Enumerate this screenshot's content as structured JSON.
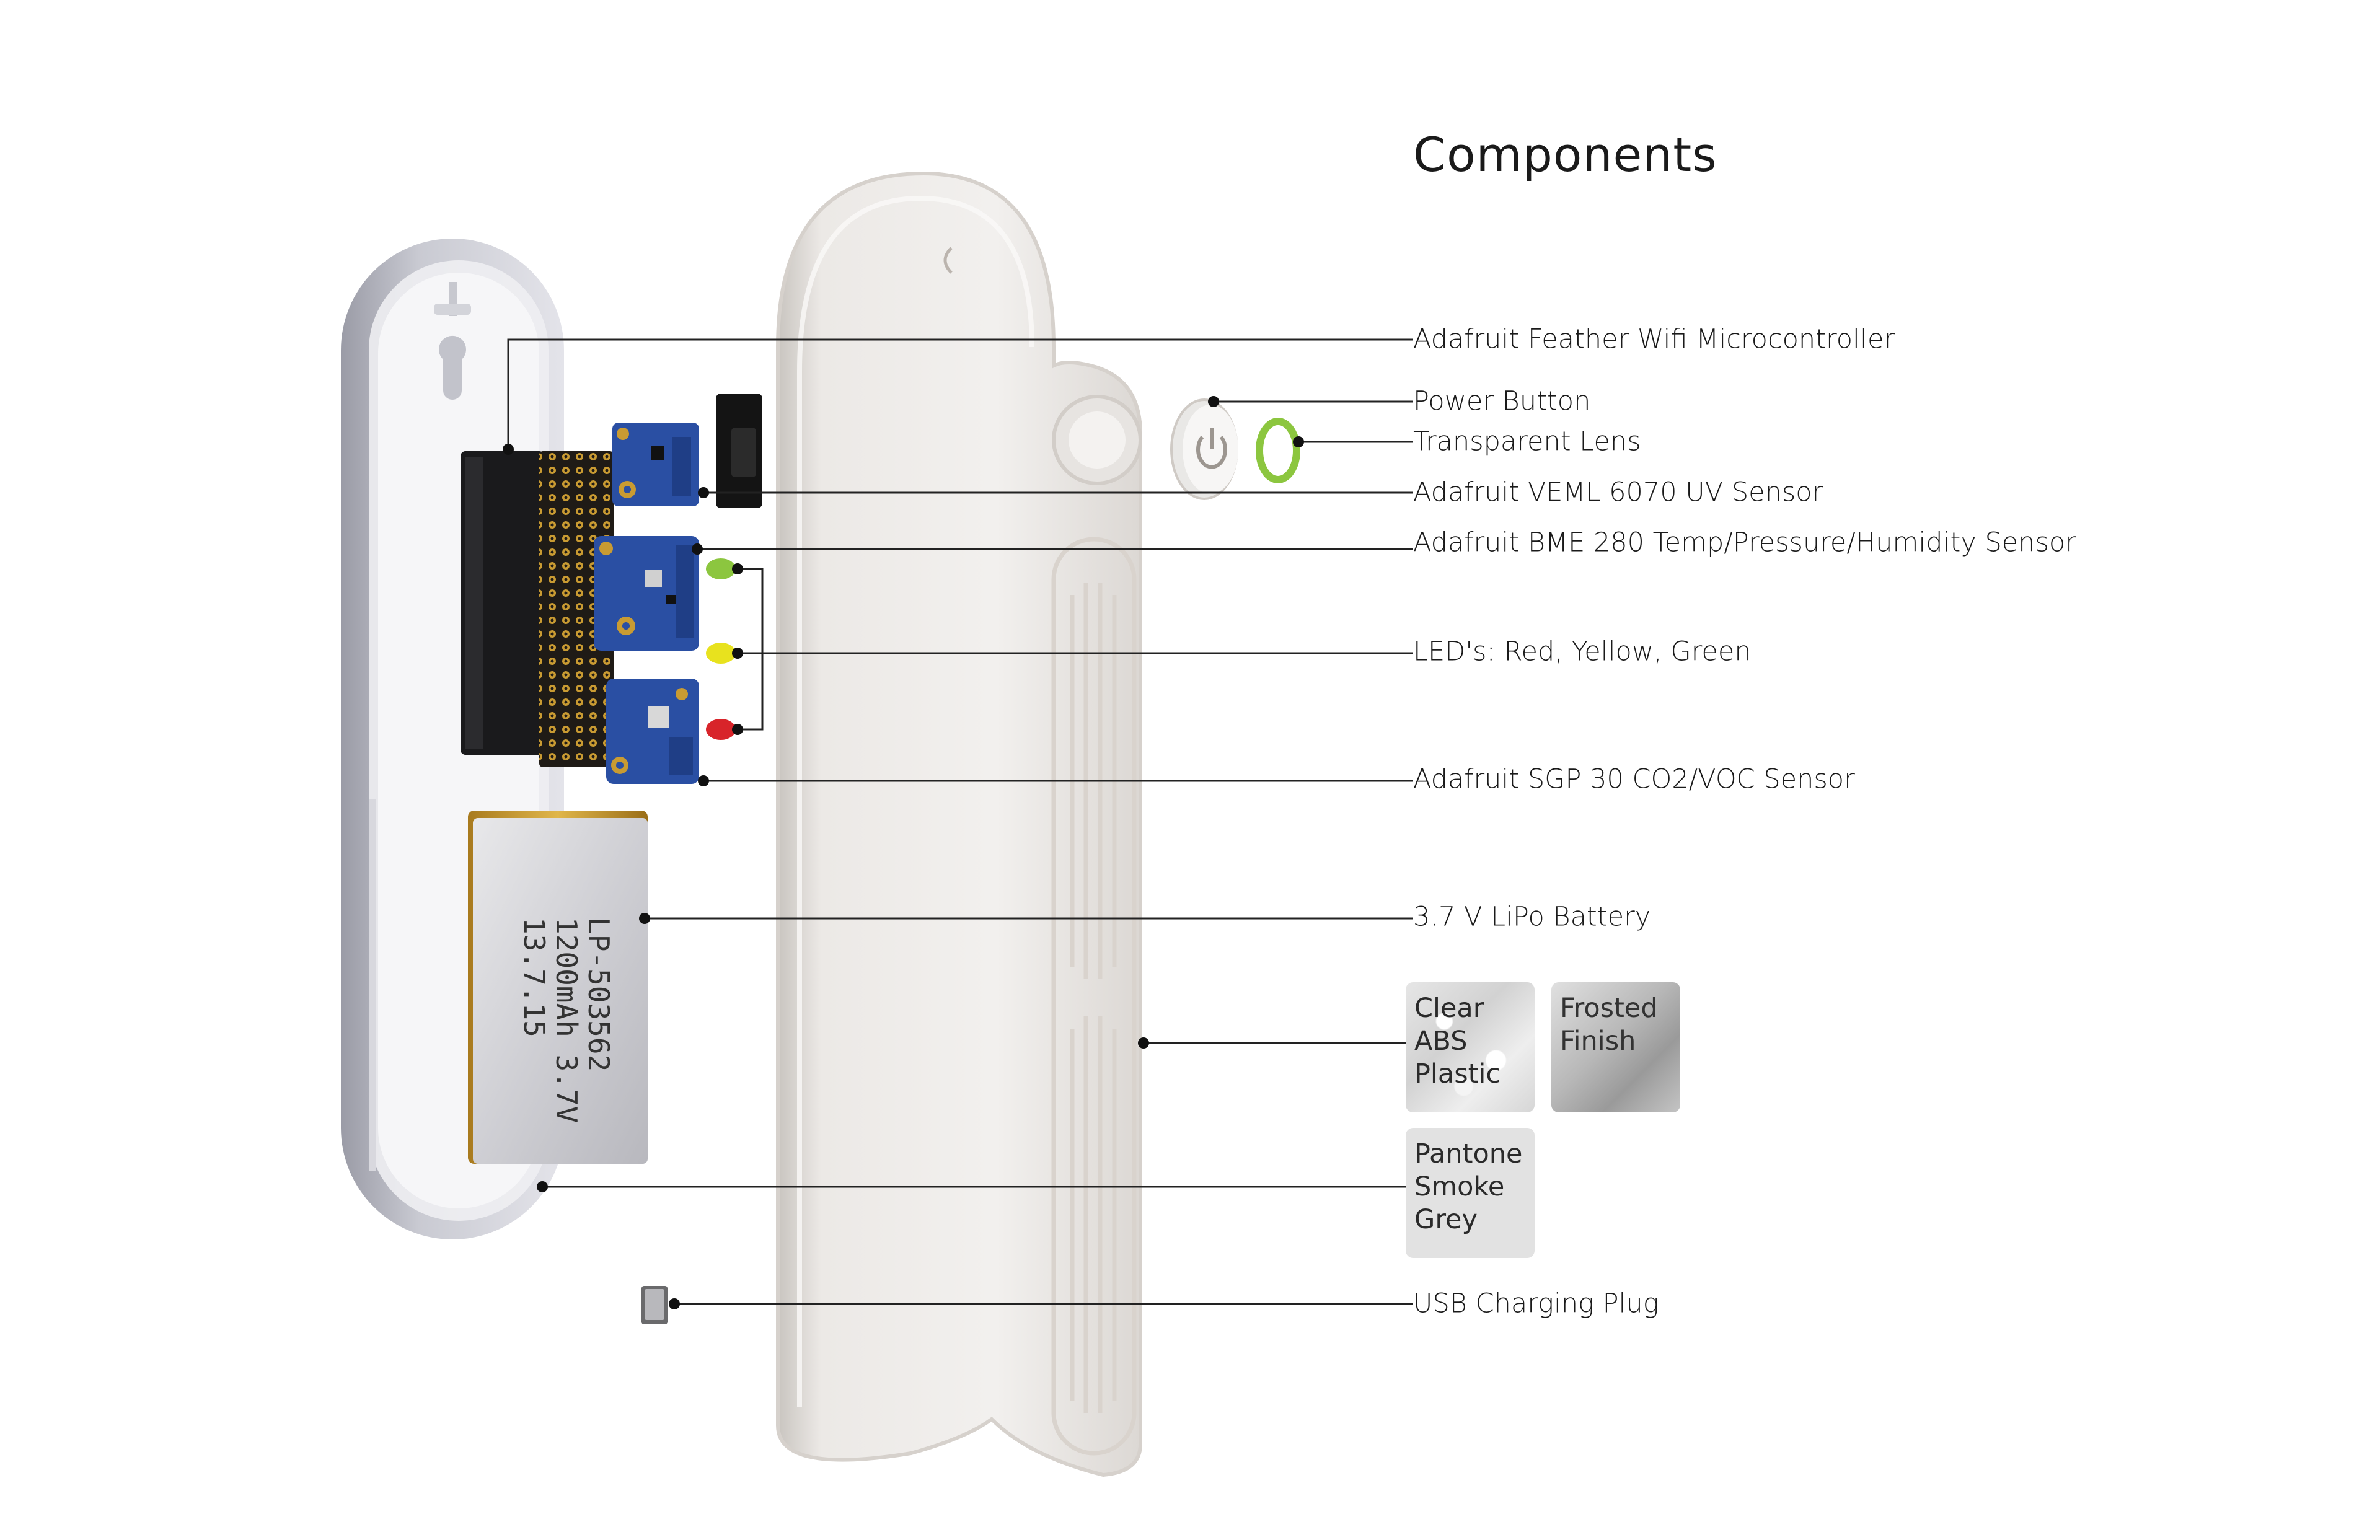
{
  "title": "Components",
  "labels": {
    "microcontroller": "Adafruit Feather Wifi Microcontroller",
    "power_button": "Power Button",
    "transparent_lens": "Transparent Lens",
    "uv_sensor": "Adafruit VEML 6070 UV Sensor",
    "bme_sensor": "Adafruit BME 280 Temp/Pressure/Humidity Sensor",
    "leds": "LED's: Red, Yellow, Green",
    "sgp_sensor": "Adafruit SGP 30 CO2/VOC Sensor",
    "battery": "3.7 V LiPo Battery",
    "usb_plug": "USB Charging Plug"
  },
  "swatches": {
    "clear": [
      "Clear",
      "ABS",
      "Plastic"
    ],
    "frosted": [
      "Frosted",
      "Finish"
    ],
    "smoke": [
      "Pantone",
      "Smoke",
      "Grey"
    ]
  },
  "battery_print": {
    "model": "LP-503562",
    "capacity": "1200mAh 3.7V",
    "date": "13.7.15",
    "plus": "+",
    "minus": "−"
  },
  "colors": {
    "led_red": "#d8242a",
    "led_yellow": "#e8e21e",
    "led_green": "#8cc63f",
    "pcb_blue": "#2a4fa3",
    "lens_green": "#8cc63f"
  }
}
